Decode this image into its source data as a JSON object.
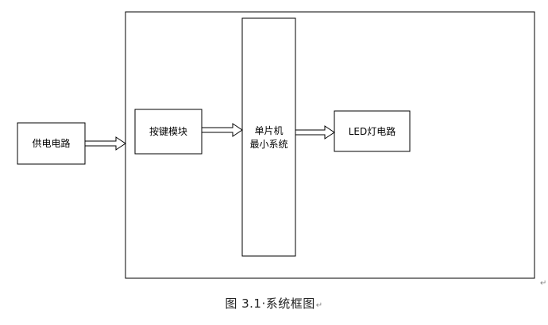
{
  "diagram": {
    "blocks": {
      "power": "供电电路",
      "keys": "按键模块",
      "mcu_line1": "单片机",
      "mcu_line2": "最小系统",
      "led": "LED灯电路"
    }
  },
  "caption": {
    "text": "图 3.1·系统框图",
    "mark": "↵"
  },
  "paragraph_mark": "↵",
  "colors": {
    "stroke": "#000000",
    "text": "#000000",
    "caption": "#222222",
    "mark": "#888888"
  }
}
